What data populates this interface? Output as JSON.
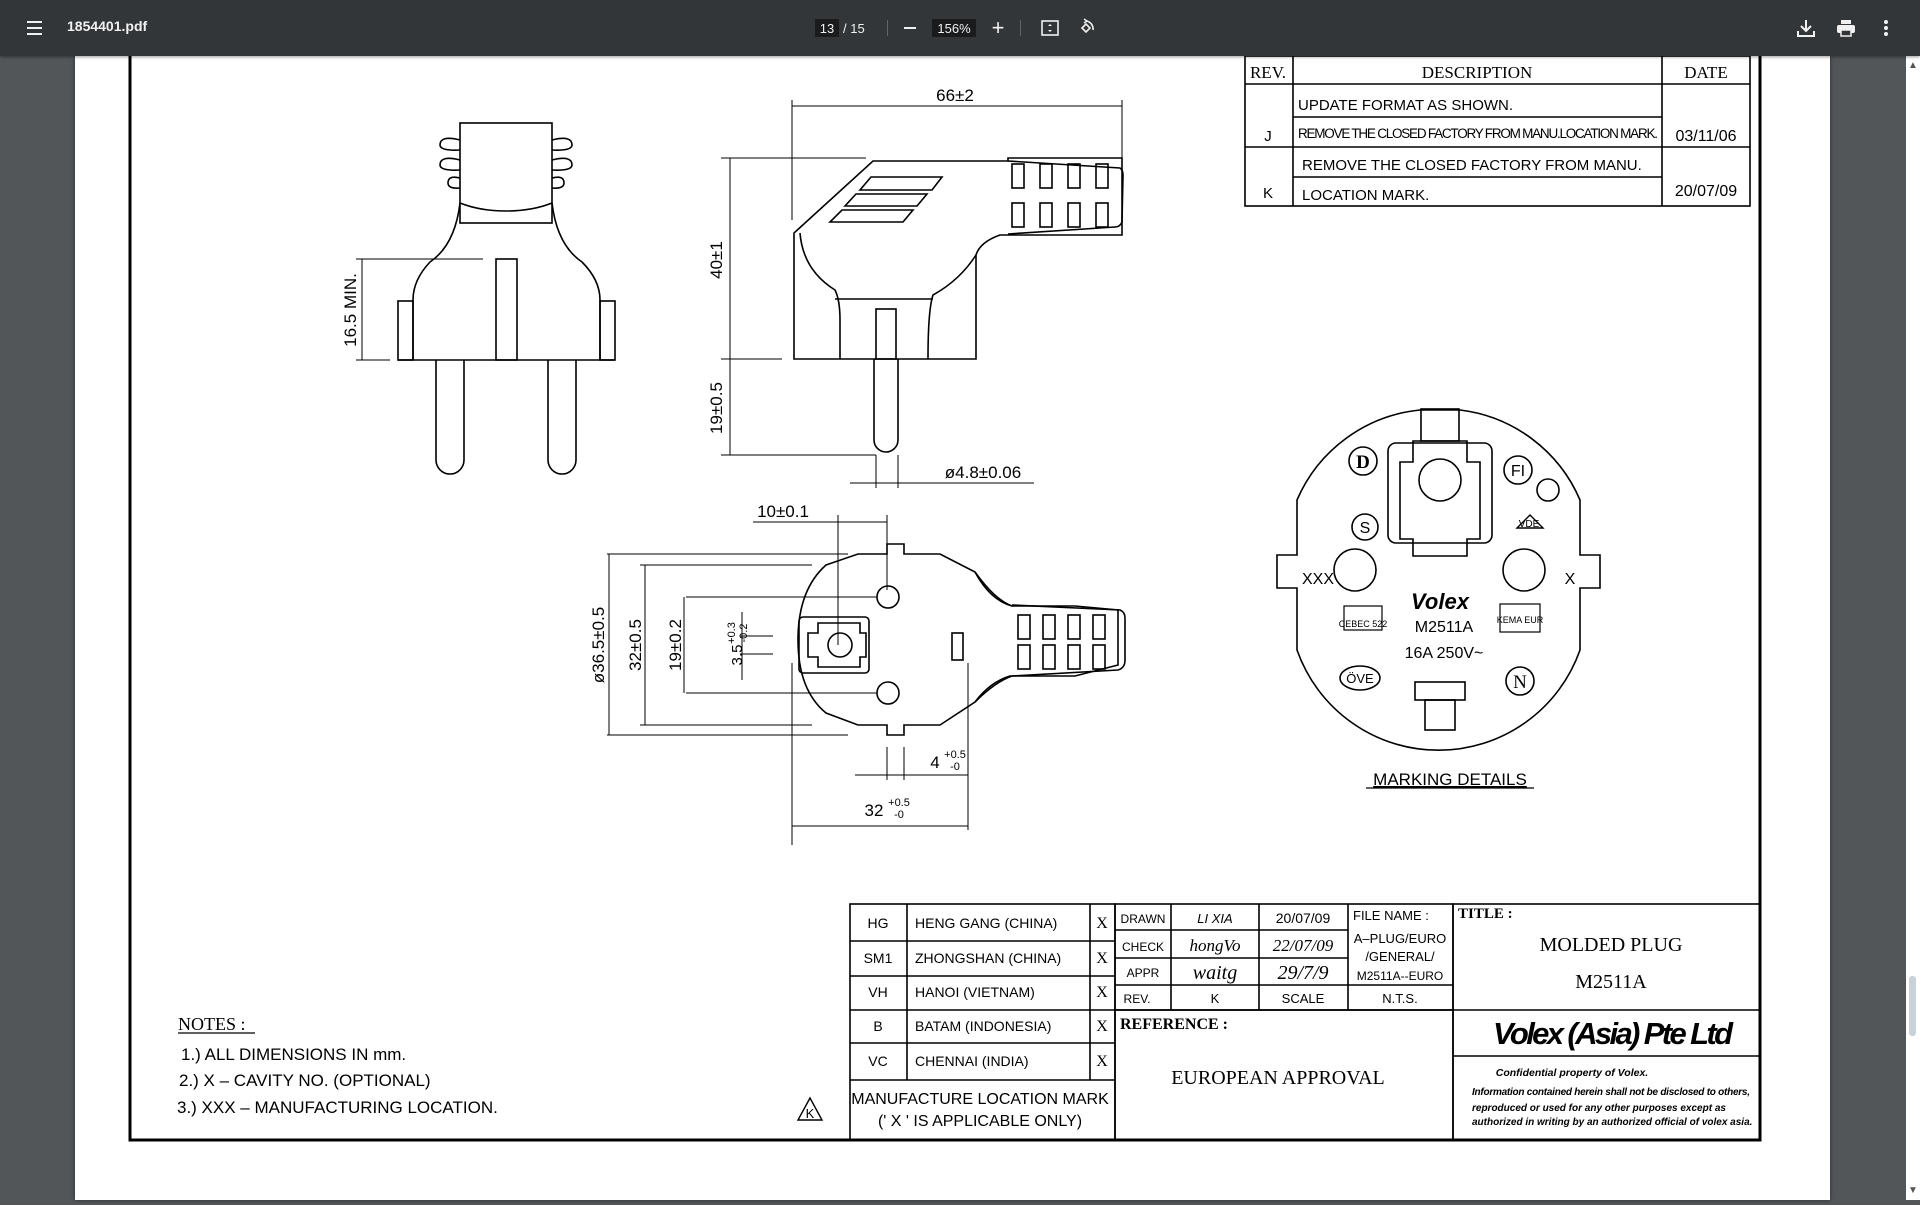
{
  "toolbar": {
    "title": "1854401.pdf",
    "current_page": "13",
    "total_pages": "/ 15",
    "zoom_level": "156%",
    "icons": [
      "menu-icon",
      "zoom-out-icon",
      "zoom-in-icon",
      "fit-page-icon",
      "rotate-icon",
      "download-icon",
      "print-icon",
      "more-vert-icon"
    ]
  },
  "drawing": {
    "revision_table": {
      "headers": [
        "REV.",
        "DESCRIPTION",
        "DATE"
      ],
      "rows": [
        {
          "rev": "J",
          "lines": [
            "UPDATE FORMAT AS SHOWN.",
            "REMOVE THE CLOSED FACTORY FROM MANU.LOCATION MARK."
          ],
          "date": "03/11/06"
        },
        {
          "rev": "K",
          "lines": [
            "REMOVE THE CLOSED FACTORY FROM MANU.",
            "LOCATION MARK."
          ],
          "date": "20/07/09"
        }
      ]
    },
    "dimensions": {
      "front_height": "16.5 MIN.",
      "side_length": "66±2",
      "side_height": "40±1",
      "pin_length": "19±0.5",
      "pin_diameter": "ø4.8±0.06",
      "pin_offset": "10±0.1",
      "face_diameter": "ø36.5±0.5",
      "face_inner": "32±0.5",
      "contact_spacing": "19±0.2",
      "slot_width": "3.5",
      "slot_tol_plus": "+0.3",
      "slot_tol_minus": "-0.2",
      "notch": "4",
      "notch_tol_plus": "+0.5",
      "notch_tol_minus": "-0",
      "width": "32",
      "width_tol_plus": "+0.5",
      "width_tol_minus": "-0"
    },
    "marking": {
      "brand": "Volex",
      "model": "M2511A",
      "rating": "16A 250V~",
      "left_code": "XXX",
      "right_code": "X",
      "approvals": [
        "D",
        "FI",
        "S",
        "VDE",
        "CEBEC 522",
        "KEMA EUR",
        "ÖVE",
        "N"
      ],
      "label": "MARKING DETAILS"
    },
    "notes": {
      "heading": "NOTES :",
      "items": [
        "1.) ALL DIMENSIONS IN mm.",
        "2.) X – CAVITY NO. (OPTIONAL)",
        "3.) XXX – MANUFACTURING LOCATION."
      ]
    },
    "revision_symbol": "K",
    "locations": [
      {
        "code": "HG",
        "name": "HENG GANG (CHINA)",
        "mark": "X"
      },
      {
        "code": "SM1",
        "name": "ZHONGSHAN (CHINA)",
        "mark": "X"
      },
      {
        "code": "VH",
        "name": "HANOI (VIETNAM)",
        "mark": "X"
      },
      {
        "code": "B",
        "name": "BATAM (INDONESIA)",
        "mark": "X"
      },
      {
        "code": "VC",
        "name": "CHENNAI (INDIA)",
        "mark": "X"
      }
    ],
    "location_footer": [
      "MANUFACTURE LOCATION MARK",
      "(' X ' IS APPLICABLE ONLY)"
    ],
    "signoff": {
      "drawn_label": "DRAWN",
      "drawn_by": "LI XIA",
      "drawn_date": "20/07/09",
      "check_label": "CHECK",
      "check_by": "hongVo",
      "check_date": "22/07/09",
      "appr_label": "APPR",
      "appr_by": "waitg",
      "appr_date": "29/7/9",
      "rev_label": "REV.",
      "rev_value": "K",
      "scale_label": "SCALE",
      "scale_value": "N.T.S.",
      "file_label": "FILE NAME :",
      "file_lines": [
        "A–PLUG/EURO",
        "/GENERAL/",
        "M2511A--EURO"
      ]
    },
    "reference": {
      "label": "REFERENCE :",
      "value": "EUROPEAN APPROVAL"
    },
    "title_block": {
      "label": "TITLE :",
      "line1": "MOLDED PLUG",
      "line2": "M2511A",
      "company": "Volex (Asia) Pte Ltd",
      "confidential": "Confidential property of Volex.",
      "disclaimer": [
        "Information contained herein shall not be disclosed to others,",
        "reproduced or used for any other purposes except as",
        "authorized in writing by an authorized official of volex asia."
      ]
    }
  }
}
